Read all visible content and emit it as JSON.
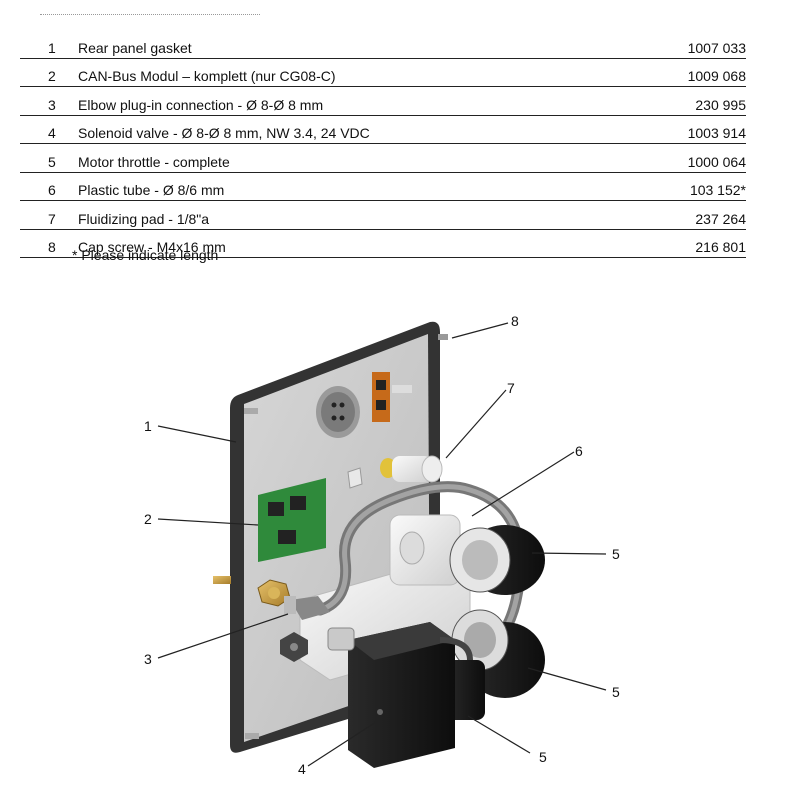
{
  "parts": [
    {
      "num": "1",
      "desc": "Rear panel gasket",
      "code": "1007 033"
    },
    {
      "num": "2",
      "desc": "CAN-Bus Modul – komplett (nur CG08-C)",
      "code": "1009 068"
    },
    {
      "num": "3",
      "desc": "Elbow plug-in connection - Ø 8-Ø 8 mm",
      "code": "230 995"
    },
    {
      "num": "4",
      "desc": "Solenoid valve - Ø 8-Ø 8 mm, NW 3.4, 24 VDC",
      "code": "1003 914"
    },
    {
      "num": "5",
      "desc": "Motor throttle - complete",
      "code": "1000 064"
    },
    {
      "num": "6",
      "desc": "Plastic tube - Ø 8/6 mm",
      "code": "103 152*"
    },
    {
      "num": "7",
      "desc": "Fluidizing pad - 1/8\"a",
      "code": "237 264"
    },
    {
      "num": "8",
      "desc": "Cap screw - M4x16 mm",
      "code": "216 801"
    }
  ],
  "footnote": "* Please indicate length",
  "callouts": {
    "c1": "1",
    "c2": "2",
    "c3": "3",
    "c4": "4",
    "c5a": "5",
    "c5b": "5",
    "c5c": "5",
    "c6": "6",
    "c7": "7",
    "c8": "8"
  }
}
